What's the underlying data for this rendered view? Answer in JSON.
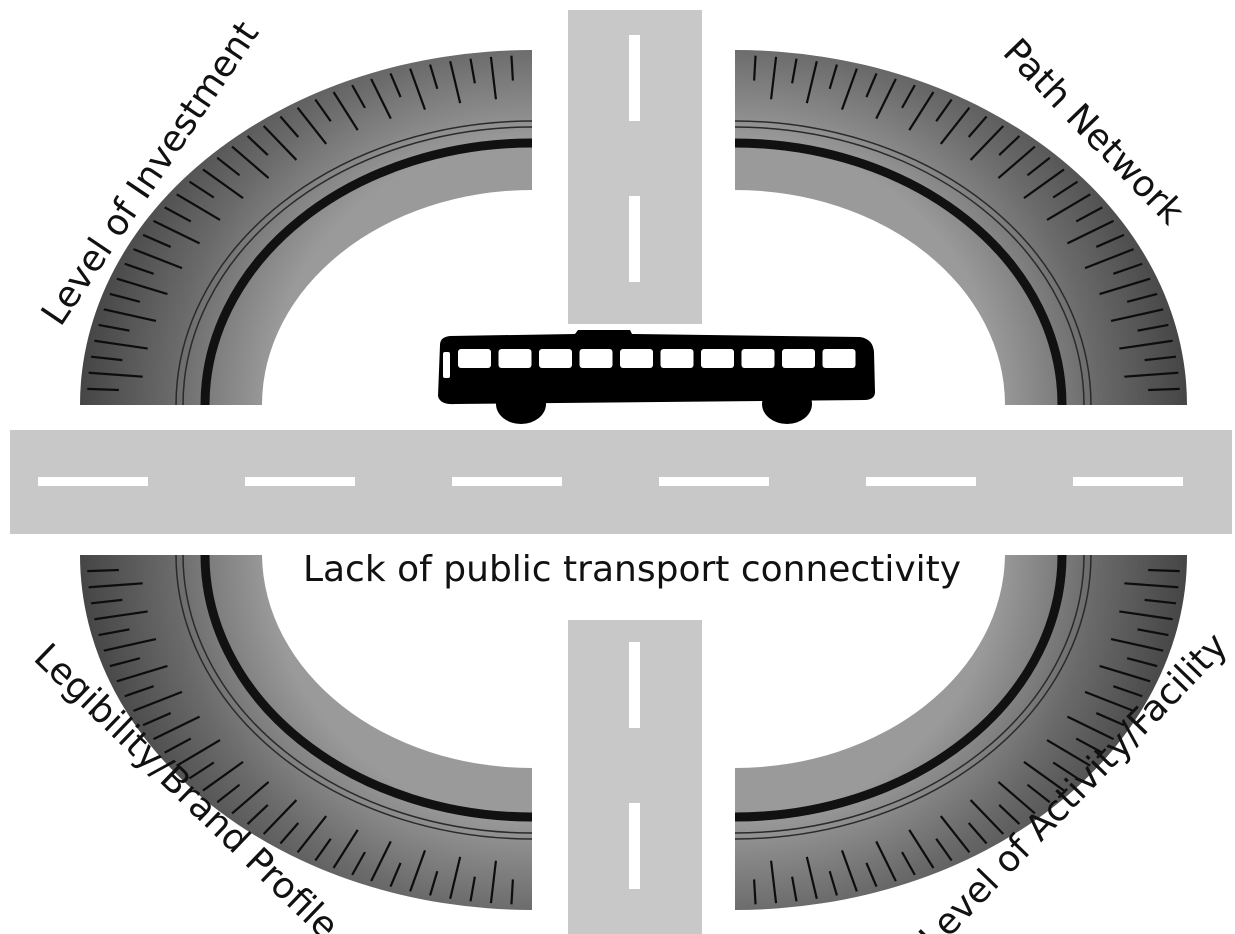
{
  "labels": {
    "top_left": "Level of Investment",
    "top_right": "Path Network",
    "center": "Lack of public transport connectivity",
    "bottom_left": "Legibility/Brand Profile",
    "bottom_right": "Level of Activity/Facility"
  },
  "icons": {
    "vehicle": "bus-icon",
    "tire": "tire-quarter-icon",
    "road": "road-icon"
  },
  "colors": {
    "road": "#c8c8c8",
    "lane_marking": "#ffffff",
    "tire_outer": "#3a3a3a",
    "tire_inner": "#8c8c8c",
    "tread_mark": "#0d0d0d",
    "bus": "#000000"
  }
}
